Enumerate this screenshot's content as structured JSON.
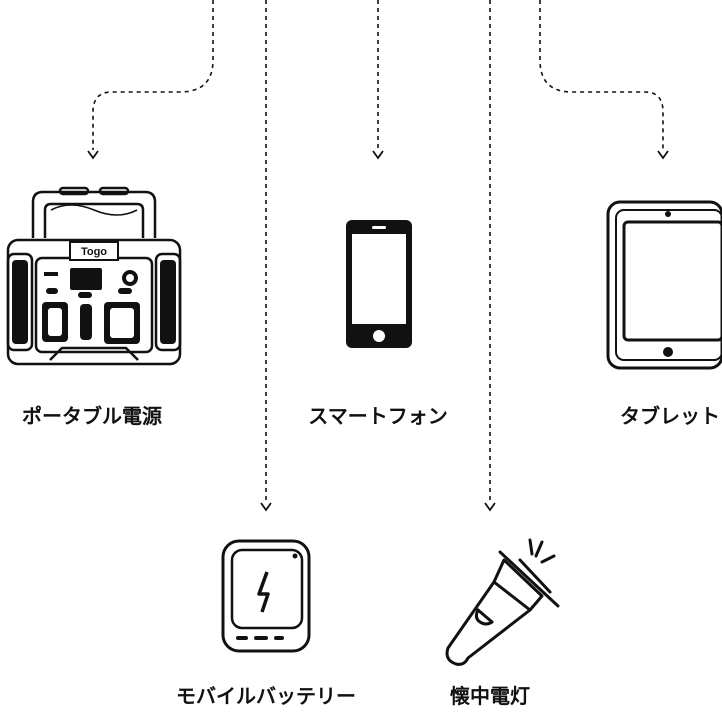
{
  "colors": {
    "ink": "#111111",
    "background": "#ffffff"
  },
  "devices": [
    {
      "label": "ポータブル電源",
      "icon": "portable-power-station-icon",
      "brand_mark": "Togo"
    },
    {
      "label": "スマートフォン",
      "icon": "smartphone-icon"
    },
    {
      "label": "タブレット",
      "icon": "tablet-icon"
    },
    {
      "label": "モバイルバッテリー",
      "icon": "power-bank-icon"
    },
    {
      "label": "懐中電灯",
      "icon": "flashlight-icon"
    }
  ]
}
